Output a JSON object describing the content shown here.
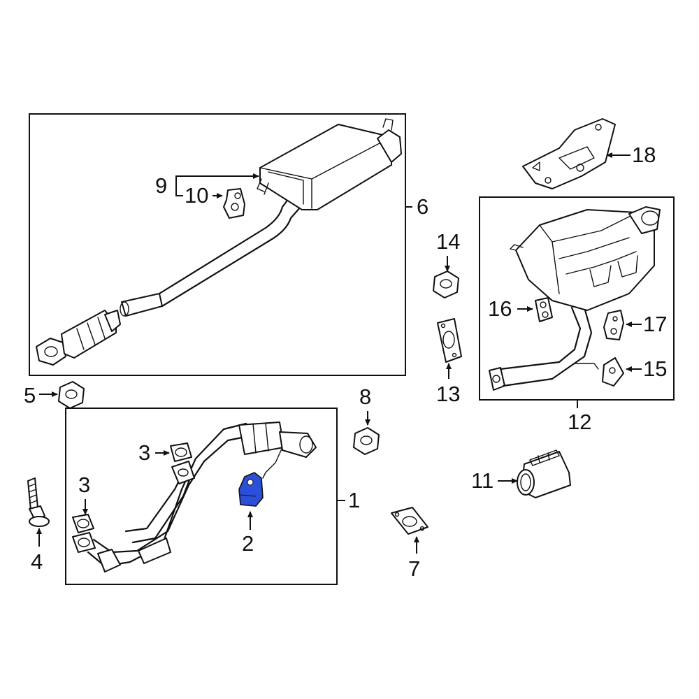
{
  "callouts": {
    "c1": "1",
    "c2": "2",
    "c3a": "3",
    "c3b": "3",
    "c4": "4",
    "c5": "5",
    "c6": "6",
    "c7": "7",
    "c8": "8",
    "c9": "9",
    "c10": "10",
    "c11": "11",
    "c12": "12",
    "c13": "13",
    "c14": "14",
    "c15": "15",
    "c16": "16",
    "c17": "17",
    "c18": "18"
  },
  "colors": {
    "highlight": "#2b4fd6",
    "ink": "#111111",
    "background": "#ffffff"
  },
  "highlighted_part": "2"
}
